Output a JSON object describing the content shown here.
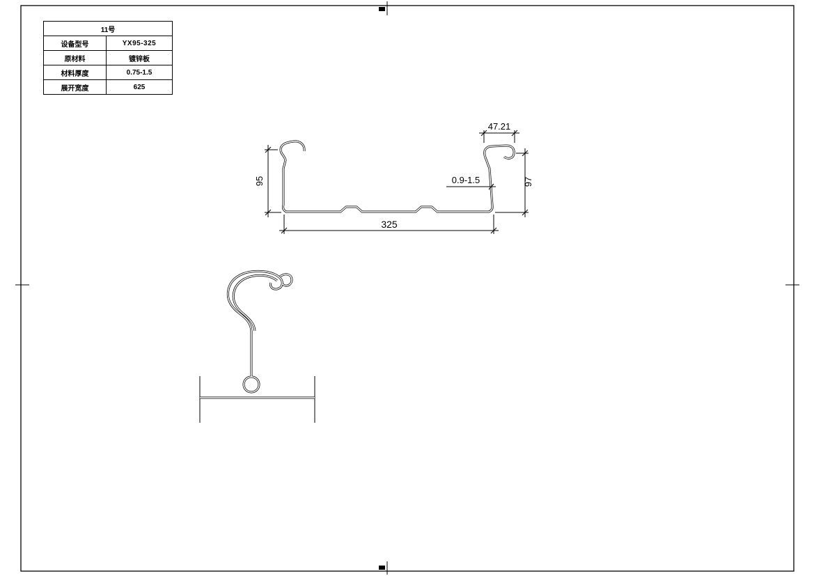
{
  "sheet": {
    "background": "#ffffff",
    "line_color": "#000000"
  },
  "title_block": {
    "header": "11号",
    "rows": [
      {
        "label": "设备型号",
        "value": "YX95-325"
      },
      {
        "label": "原材料",
        "value": "镀锌板"
      },
      {
        "label": "材料厚度",
        "value": "0.75-1.5"
      },
      {
        "label": "展开宽度",
        "value": "625"
      }
    ]
  },
  "profile_dimensions": {
    "seam_width": "47.21",
    "left_height": "95",
    "right_height": "97",
    "thickness_range": "0.9-1.5",
    "cover_width": "325"
  }
}
